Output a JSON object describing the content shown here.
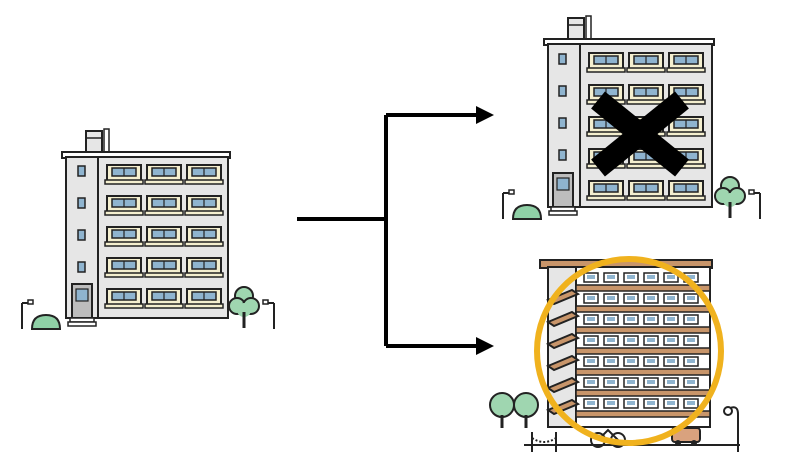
{
  "diagram": {
    "nodes": [
      {
        "id": "original-building",
        "kind": "low-rise apartment building (5 floors)"
      },
      {
        "id": "option-rebuild-rejected",
        "kind": "low-rise apartment building crossed out",
        "marker": "x-mark"
      },
      {
        "id": "option-highrise-selected",
        "kind": "high-rise apartment building (7 floors)",
        "marker": "circle-mark"
      }
    ],
    "edges": [
      {
        "from": "original-building",
        "to": "option-rebuild-rejected"
      },
      {
        "from": "original-building",
        "to": "option-highrise-selected"
      }
    ]
  },
  "colors": {
    "outline": "#222222",
    "facade": "#e6e6e6",
    "window": "#8fb4cf",
    "window_frame": "#f4efcf",
    "x_mark": "#000000",
    "circle_mark": "#f0b21e",
    "highrise_band": "#c8956a",
    "tree": "#9fd6b0",
    "bush": "#8fd0a6"
  }
}
